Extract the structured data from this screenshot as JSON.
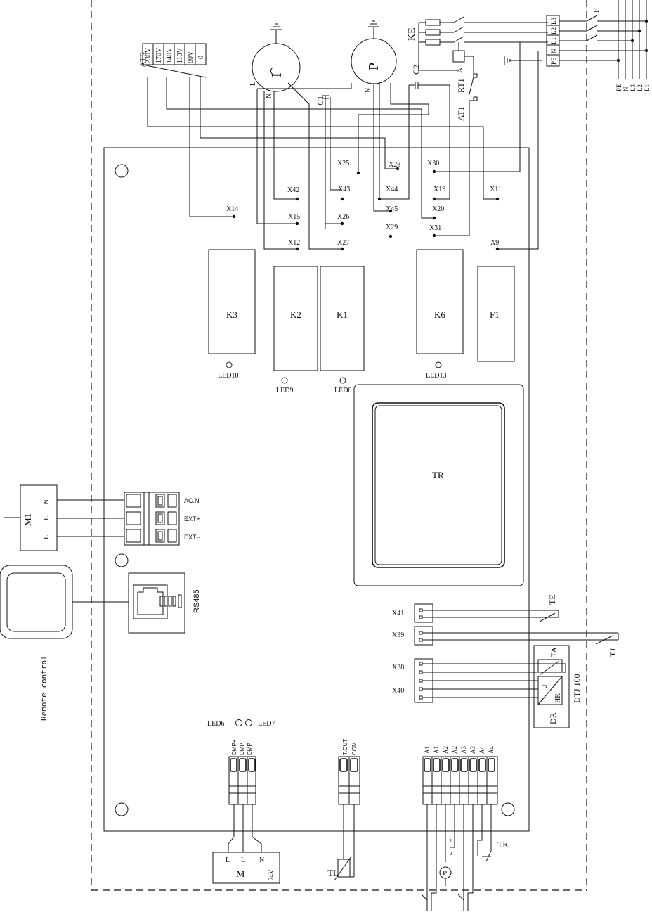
{
  "atr": {
    "title": "ATR",
    "taps": [
      "230V",
      "170V",
      "140V",
      "110V",
      "80V",
      "0"
    ]
  },
  "motors": {
    "fan_symbol": "I",
    "pump_symbol": "P",
    "l_label": "L",
    "n_label": "N"
  },
  "components": {
    "ke": "KE",
    "c1": "C1",
    "c2": "C2",
    "k": "K",
    "rt1": "RT1",
    "at1": "AT1",
    "f": "F",
    "terminal_block": [
      "PE",
      "N",
      "L1",
      "L2",
      "L3"
    ],
    "mains": [
      "PE",
      "N",
      "L3",
      "L2",
      "L1"
    ]
  },
  "connectors": {
    "x25": "X25",
    "x28": "X28",
    "x30": "X30",
    "x42": "X42",
    "x43": "X43",
    "x44": "X44",
    "x19": "X19",
    "x11": "X11",
    "x14": "X14",
    "x15": "X15",
    "x26": "X26",
    "x45": "X45",
    "x20": "X20",
    "x29": "X29",
    "x31": "X31",
    "x12": "X12",
    "x27": "X27",
    "x9": "X9"
  },
  "relays": {
    "k3": "K3",
    "k2": "K2",
    "k1": "K1",
    "k6": "K6",
    "f1": "F1"
  },
  "leds": {
    "led10": "LED10",
    "led9": "LED9",
    "led8": "LED8",
    "led13": "LED13",
    "led6": "LED6",
    "led7": "LED7"
  },
  "transformer": "TR",
  "m1": {
    "title": "M1",
    "pins": [
      "N",
      "L",
      "L"
    ],
    "terminals": [
      "AC.N",
      "EXT+",
      "EXT−"
    ]
  },
  "rs485": "RS485",
  "remote": "Remote control",
  "sensors": {
    "x41": "X41",
    "x39": "X39",
    "x38": "X38",
    "x40": "X40",
    "te": "TE",
    "tj": "TJ",
    "ta": "TA",
    "u": "U",
    "hr": "HR",
    "dr": "DR",
    "dtj": "DTJ 100"
  },
  "bottom": {
    "dmp": [
      "DMP+",
      "DMP−",
      "DMP"
    ],
    "tout": [
      "T.OUT",
      "COM"
    ],
    "a_terms": [
      "A1",
      "A1",
      "A2",
      "A2",
      "A3",
      "A3",
      "A4",
      "A4"
    ],
    "motor": {
      "m": "M",
      "l1": "L",
      "l2": "L",
      "n": "N",
      "v": "24V"
    },
    "tl": "TL",
    "p": "P",
    "p_pins": [
      "1",
      "2"
    ],
    "tk": "TK"
  }
}
